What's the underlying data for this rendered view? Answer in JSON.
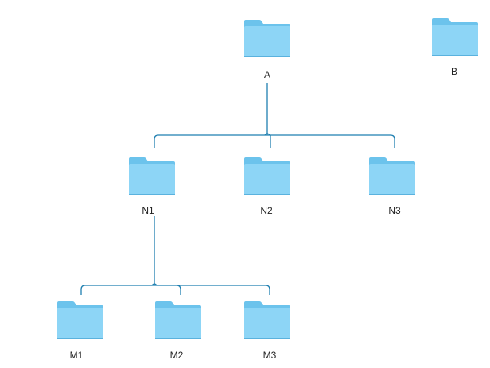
{
  "diagram": {
    "nodes": [
      {
        "id": "A",
        "label": "A",
        "icon": "folder-icon",
        "parent": null
      },
      {
        "id": "B",
        "label": "B",
        "icon": "folder-icon",
        "parent": null
      },
      {
        "id": "N1",
        "label": "N1",
        "icon": "folder-icon",
        "parent": "A"
      },
      {
        "id": "N2",
        "label": "N2",
        "icon": "folder-icon",
        "parent": "A"
      },
      {
        "id": "N3",
        "label": "N3",
        "icon": "folder-icon",
        "parent": "A"
      },
      {
        "id": "M1",
        "label": "M1",
        "icon": "folder-icon",
        "parent": "N1"
      },
      {
        "id": "M2",
        "label": "M2",
        "icon": "folder-icon",
        "parent": "N1"
      },
      {
        "id": "M3",
        "label": "M3",
        "icon": "folder-icon",
        "parent": "N1"
      }
    ],
    "colors": {
      "connector": "#1f7fb0",
      "folder_back": "#6cc3ec",
      "folder_tab": "#7fcdf1",
      "folder_front": "#8dd5f6",
      "folder_edge": "#5ab2de"
    }
  }
}
